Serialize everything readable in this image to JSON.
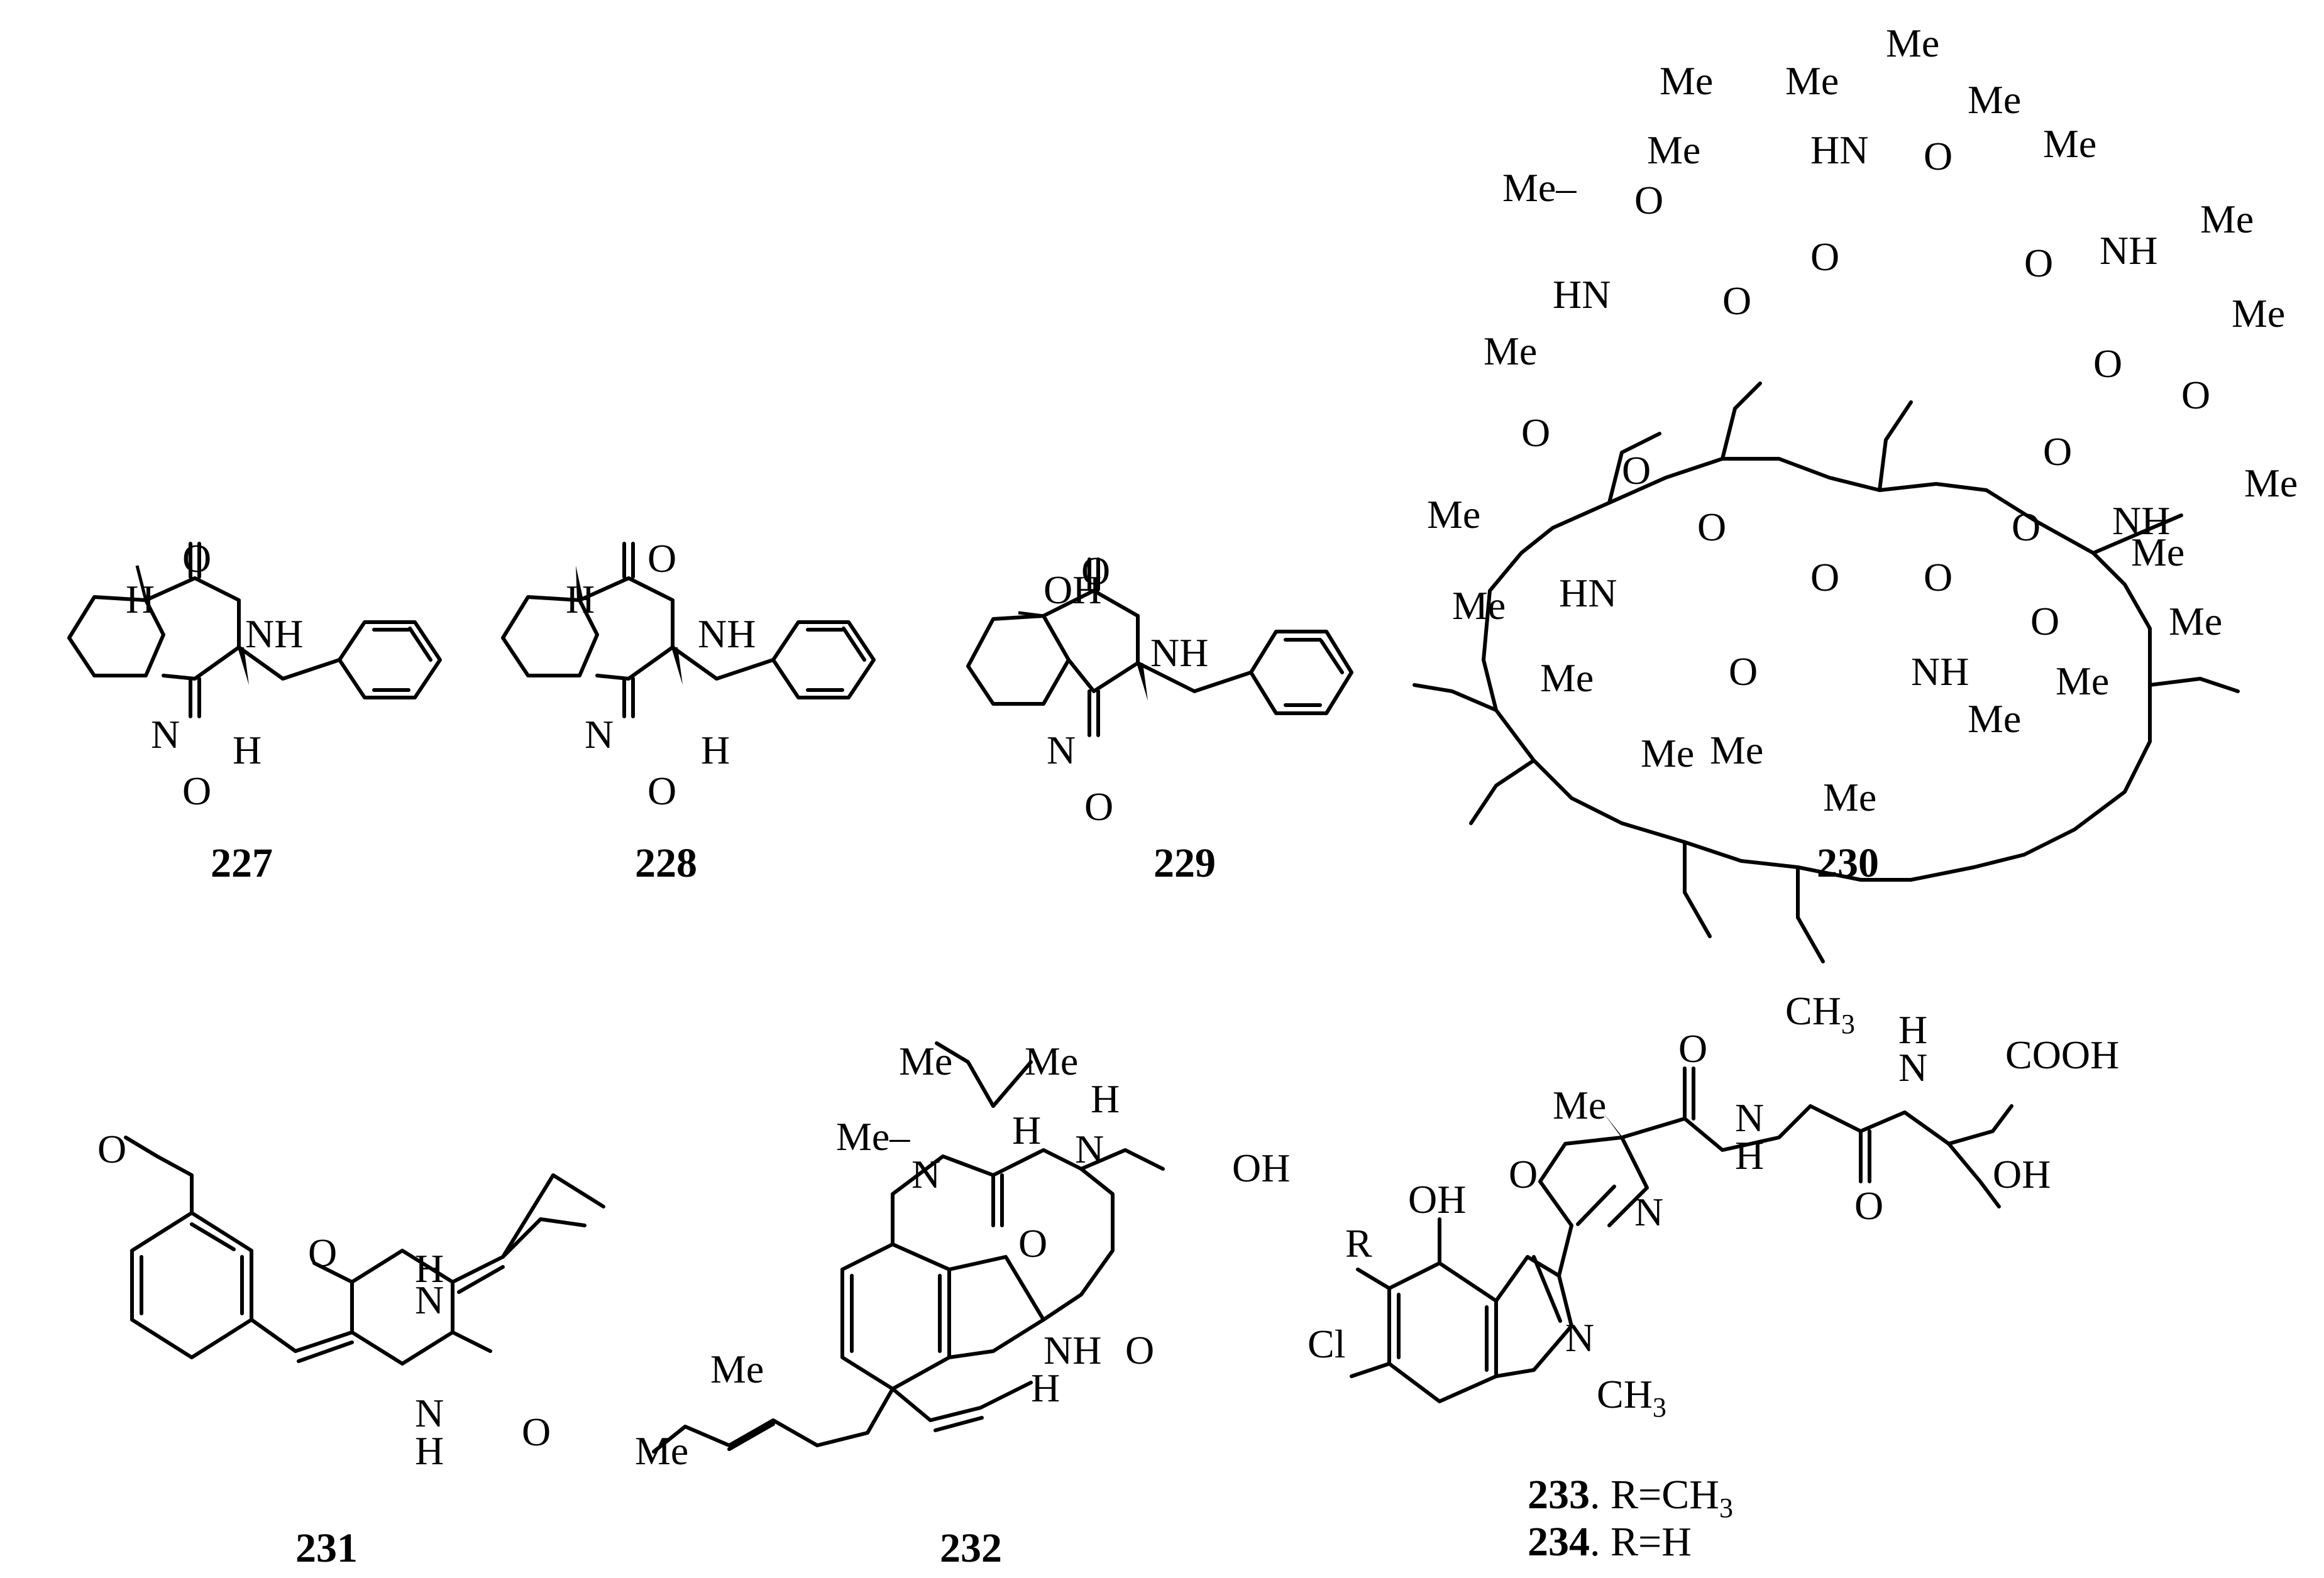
{
  "compounds": {
    "c227": {
      "number": "227"
    },
    "c228": {
      "number": "228"
    },
    "c229": {
      "number": "229"
    },
    "c230": {
      "number": "230"
    },
    "c231": {
      "number": "231"
    },
    "c232": {
      "number": "232"
    },
    "c233": {
      "number": "233",
      "suffix": ". R=CH",
      "sub": "3"
    },
    "c234": {
      "number": "234",
      "suffix": ". R=H"
    }
  },
  "atoms": {
    "O": "O",
    "N": "N",
    "NH": "NH",
    "HN": "HN",
    "H": "H",
    "OH": "OH",
    "Me": "Me",
    "Cl": "Cl",
    "R": "R",
    "COOH": "COOH",
    "CH": "CH",
    "three": "3",
    "Me_dash": "Me–"
  }
}
